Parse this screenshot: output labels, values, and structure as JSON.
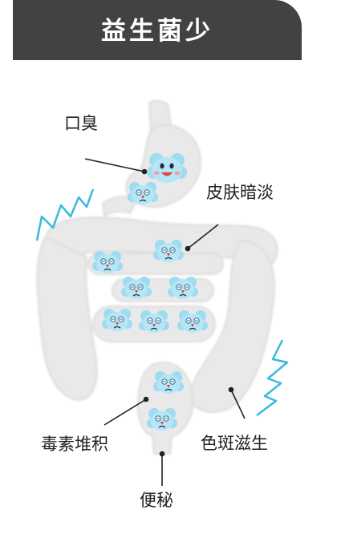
{
  "header": {
    "title": "益生菌少"
  },
  "labels": {
    "bad_breath": "口臭",
    "dull_skin": "皮肤暗淡",
    "toxin_buildup": "毒素堆积",
    "pigment_spots": "色斑滋生",
    "constipation": "便秘"
  },
  "colors": {
    "banner": "#424242",
    "organ": "#e9e9e9",
    "microbe": "#9fdcf0",
    "zigzag": "#38b9dd",
    "leader": "#222222"
  },
  "icons": [
    "happy-microbe-icon",
    "sad-microbe-icon",
    "zigzag-icon"
  ]
}
